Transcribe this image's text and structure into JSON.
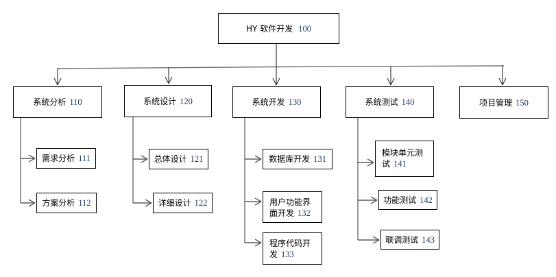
{
  "diagram": {
    "root": {
      "label": "HY 软件开发",
      "num": "100"
    },
    "branches": [
      {
        "label": "系统分析",
        "num": "110",
        "children": [
          {
            "label": "需求分析",
            "num": "111"
          },
          {
            "label": "方案分析",
            "num": "112"
          }
        ]
      },
      {
        "label": "系统设计",
        "num": "120",
        "children": [
          {
            "label": "总体设计",
            "num": "121"
          },
          {
            "label": "详细设计",
            "num": "122"
          }
        ]
      },
      {
        "label": "系统开发",
        "num": "130",
        "children": [
          {
            "label": "数据库开发",
            "num": "131"
          },
          {
            "label": "用户功能界面开发",
            "num": "132"
          },
          {
            "label": "程序代码开发",
            "num": "133"
          }
        ]
      },
      {
        "label": "系统测试",
        "num": "140",
        "children": [
          {
            "label": "模块单元测试",
            "num": "141"
          },
          {
            "label": "功能测试",
            "num": "142"
          },
          {
            "label": "联调测试",
            "num": "143"
          }
        ]
      },
      {
        "label": "项目管理",
        "num": "150",
        "children": []
      }
    ],
    "colors": {
      "box_border": "#000000",
      "label_text": "#000000",
      "number_text": "#1f3a63",
      "connector": "#6e6e6e",
      "background": "#ffffff"
    }
  }
}
